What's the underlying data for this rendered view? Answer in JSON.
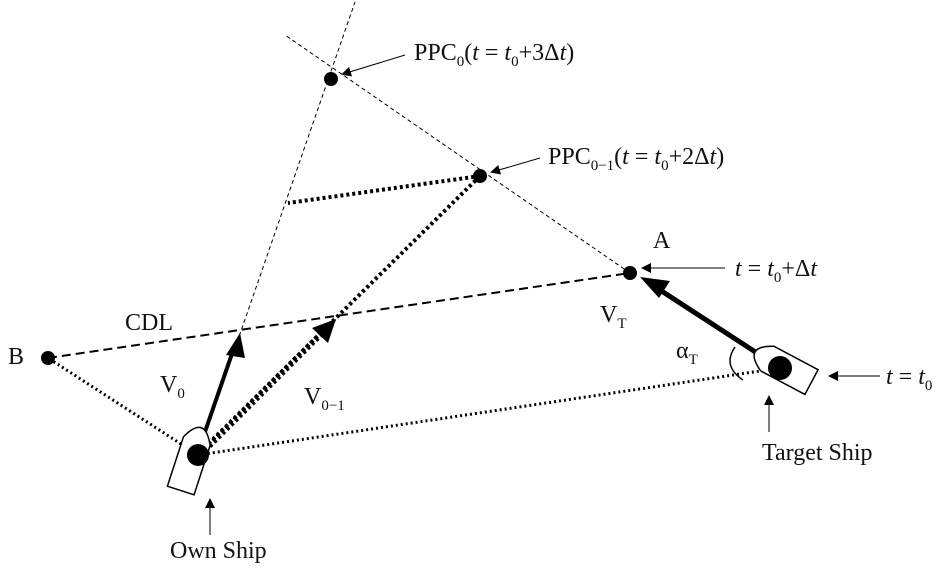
{
  "diagram": {
    "labels": {
      "ppc0_name": "PPC",
      "ppc0_sub": "0",
      "ppc0_time_open": "(",
      "ppc0_t": "t",
      "ppc0_eq": " = ",
      "ppc0_t0": "t",
      "ppc0_t0_sub": "0",
      "ppc0_plus": "+3Δ",
      "ppc0_t2": "t",
      "ppc0_close": ")",
      "ppc01_name": "PPC",
      "ppc01_sub": "0−1",
      "ppc01_time_open": "(",
      "ppc01_t": "t",
      "ppc01_eq": " = ",
      "ppc01_t0": "t",
      "ppc01_t0_sub": "0",
      "ppc01_plus": "+2Δ",
      "ppc01_t2": "t",
      "ppc01_close": ")",
      "point_a": "A",
      "point_b": "B",
      "cdl": "CDL",
      "time_a_t": "t",
      "time_a_eq": " = ",
      "time_a_t0": "t",
      "time_a_t0_sub": "0",
      "time_a_plus": "+Δ",
      "time_a_t2": "t",
      "vt_name": "V",
      "vt_sub": "T",
      "alpha_name": "α",
      "alpha_sub": "T",
      "v0_name": "V",
      "v0_sub": "0",
      "v01_name": "V",
      "v01_sub": "0−1",
      "time_target_t": "t",
      "time_target_eq": " = ",
      "time_target_t0": "t",
      "time_target_t0_sub": "0",
      "target_ship": "Target Ship",
      "own_ship": "Own Ship"
    }
  }
}
